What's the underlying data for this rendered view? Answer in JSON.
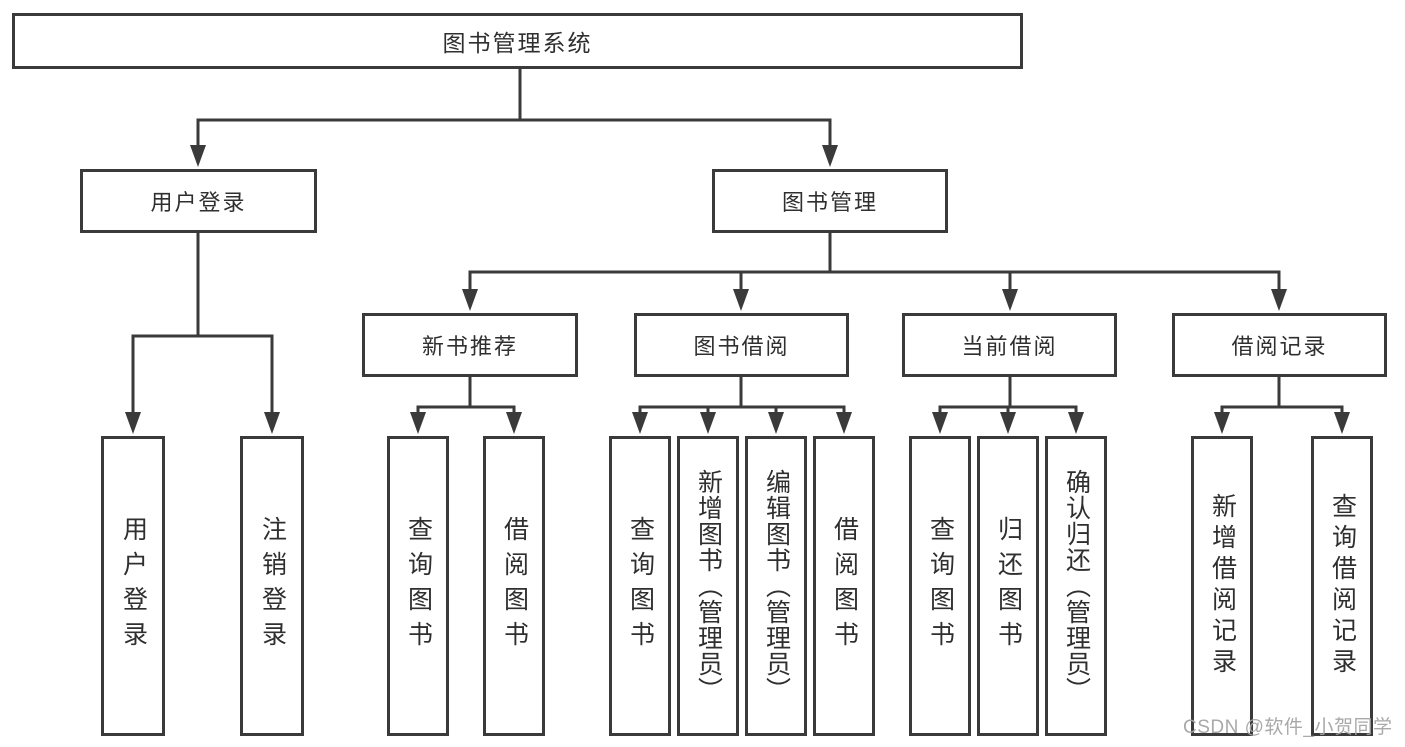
{
  "diagram": {
    "title": "图书管理系统",
    "level2": {
      "user_login": "用户登录",
      "book_mgmt": "图书管理"
    },
    "level3": {
      "new_books": "新书推荐",
      "borrowing": "图书借阅",
      "current": "当前借阅",
      "records": "借阅记录"
    },
    "leaves": {
      "user_login": "用户登录",
      "logout": "注销登录",
      "nb_query": "查询图书",
      "nb_borrow": "借阅图书",
      "bb_query": "查询图书",
      "bb_add": "新增图书（管理员）",
      "bb_edit": "编辑图书（管理员）",
      "bb_borrow": "借阅图书",
      "cb_query": "查询图书",
      "cb_return": "归还图书",
      "cb_confirm": "确认归还（管理员）",
      "rec_add": "新增借阅记录",
      "rec_query": "查询借阅记录"
    }
  },
  "watermark": {
    "text": "CSDN @软件_小贺同学",
    "color": "#a8a8a8"
  },
  "style_tokens": {
    "line_color": "#3a3a3a",
    "box_background": "#ffffff",
    "text_color": "#2f2f2f"
  }
}
